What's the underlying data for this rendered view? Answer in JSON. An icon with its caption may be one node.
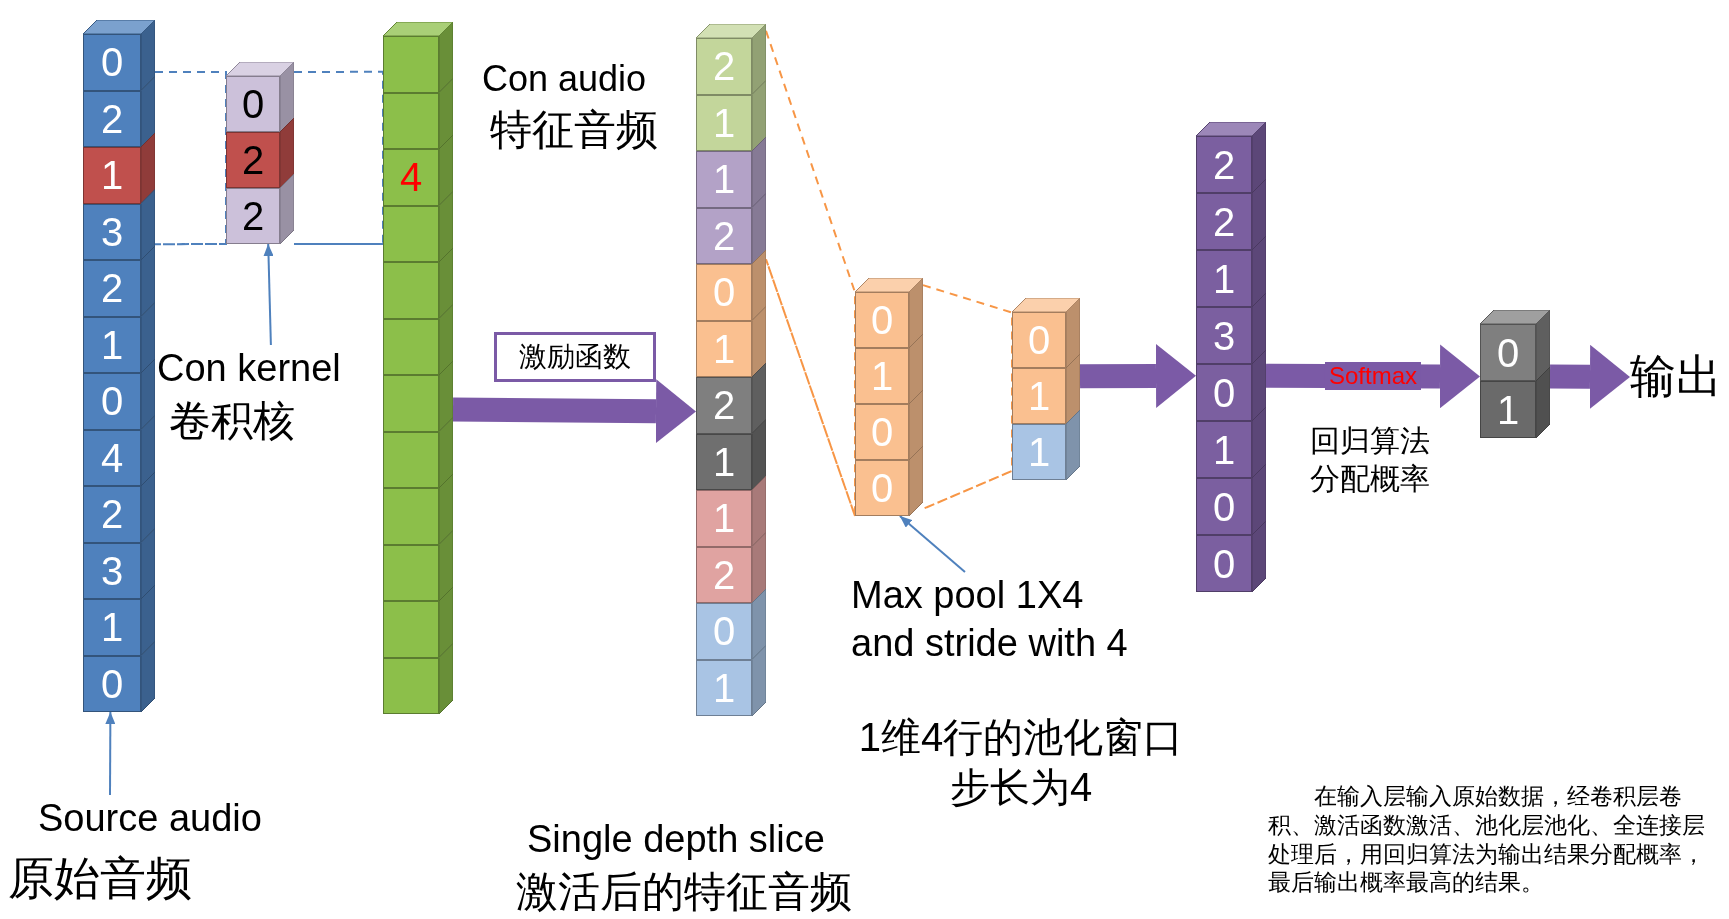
{
  "diagram": {
    "nodes": [
      {
        "text": [
          "0",
          "2",
          "1",
          "3",
          "2",
          "1",
          "0",
          "4",
          "2",
          "3",
          "1",
          "0"
        ]
      },
      {
        "text": [
          "Source audio",
          "原始音频"
        ]
      },
      {
        "text": [
          "0",
          "2",
          "2"
        ]
      },
      {
        "text": [
          "Con kernel",
          "卷积核"
        ]
      },
      {
        "text": [
          "4"
        ],
        "beside": [
          "Con audio",
          "特征音频"
        ]
      },
      {
        "text": [
          "2",
          "1",
          "1",
          "2",
          "0",
          "1",
          "2",
          "1",
          "1",
          "2",
          "0",
          "1"
        ],
        "beside": [
          "Single depth slice",
          "激活后的特征音频"
        ]
      },
      {
        "text": [
          "0",
          "1",
          "0",
          "0"
        ]
      },
      {
        "text": [
          "0",
          "1",
          "1"
        ]
      },
      {
        "text": [
          "Max pool 1X4 and stride with 4",
          "1维4行的池化窗口步长为4"
        ]
      },
      {
        "text": [
          "2",
          "2",
          "1",
          "3",
          "0",
          "1",
          "0",
          "0"
        ]
      },
      {
        "text": [
          "0",
          "1"
        ]
      },
      {
        "text": [
          "输出"
        ]
      }
    ],
    "edges": [
      {
        "from": 1,
        "to": 0,
        "arrow": "to"
      },
      {
        "from": 3,
        "to": 2,
        "arrow": "to"
      },
      {
        "from": 0,
        "to": 2,
        "arrow": "none",
        "style": "dashed"
      },
      {
        "from": 2,
        "to": 4,
        "arrow": "none",
        "style": "dashed"
      },
      {
        "from": 4,
        "to": 5,
        "arrow": "to",
        "style": "thick",
        "color": "#7b5aa6",
        "label": "激励函数"
      },
      {
        "from": 5,
        "to": 6,
        "arrow": "none",
        "style": "dashed",
        "color": "#f79646"
      },
      {
        "from": 6,
        "to": 7,
        "arrow": "none",
        "style": "dashed",
        "color": "#f79646"
      },
      {
        "from": 8,
        "to": 6,
        "arrow": "to"
      },
      {
        "from": 7,
        "to": 9,
        "arrow": "to",
        "style": "thick",
        "color": "#7b5aa6"
      },
      {
        "from": 9,
        "to": 10,
        "arrow": "to",
        "style": "thick",
        "color": "#7b5aa6",
        "label": "Softmax"
      },
      {
        "from": 10,
        "to": 11,
        "arrow": "to",
        "style": "thick",
        "color": "#7b5aa6"
      }
    ],
    "labels": [
      "回归算法分配概率",
      "在输入层输入原始数据，经卷积层卷积、激活函数激活、池化层池化、全连接层处理后，用回归算法为输出结果分配概率，最后输出概率最高的结果。"
    ]
  }
}
